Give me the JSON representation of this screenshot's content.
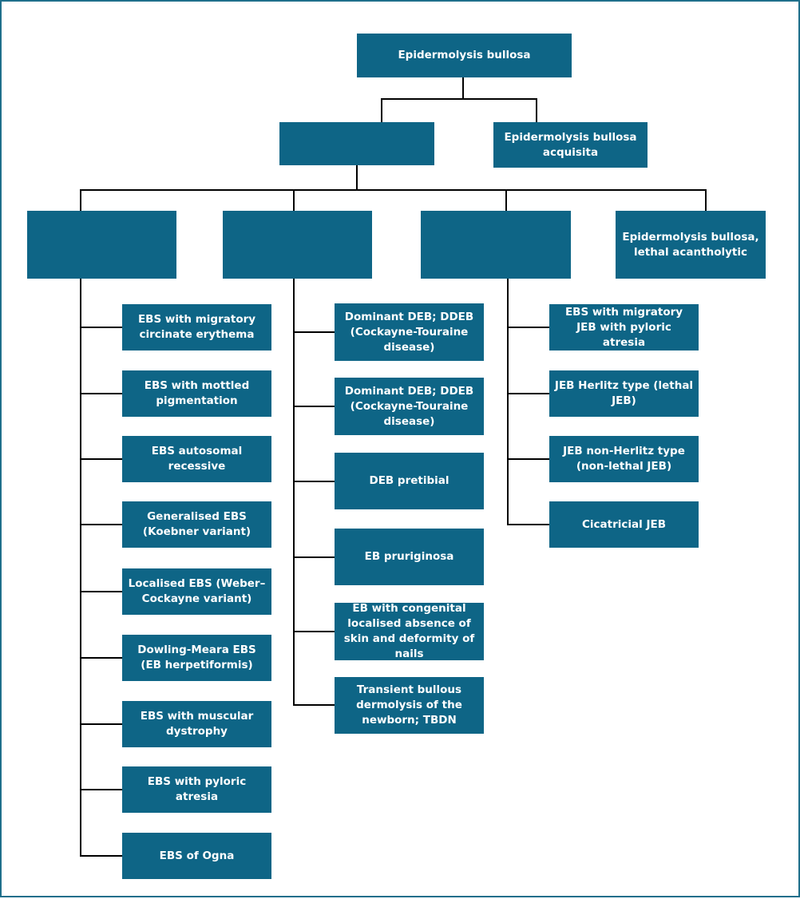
{
  "diagram": {
    "root": "Epidermolysis bullosa",
    "level2": {
      "inherited": "",
      "acquired": "Epidermolysis bullosa acquisita"
    },
    "level3": {
      "simplex": "",
      "dystrophic": "",
      "junctional": "",
      "acantholytic": "Epidermolysis bullosa, lethal acantholytic"
    },
    "simplex_types": [
      "EBS with migratory circinate erythema",
      "EBS with mottled pigmentation",
      "EBS autosomal recessive",
      "Generalised EBS (Koebner variant)",
      "Localised EBS (Weber–Cockayne variant)",
      "Dowling-Meara EBS (EB herpetiformis)",
      "EBS with muscular dystrophy",
      "EBS with pyloric atresia",
      "EBS of Ogna"
    ],
    "dystrophic_types": [
      "Dominant DEB; DDEB (Cockayne-Touraine disease)",
      "Dominant DEB; DDEB (Cockayne-Touraine disease)",
      "DEB pretibial",
      "EB pruriginosa",
      "EB with congenital localised absence of skin and deformity of nails",
      "Transient bullous dermolysis of the newborn; TBDN"
    ],
    "junctional_types": [
      "EBS with migratory JEB with pyloric atresia",
      "JEB Herlitz type (lethal JEB)",
      "JEB non-Herlitz type (non-lethal JEB)",
      "Cicatricial JEB"
    ],
    "colors": {
      "box": "#0e6586",
      "line": "#000000",
      "frame": "#1f6f8b"
    }
  }
}
